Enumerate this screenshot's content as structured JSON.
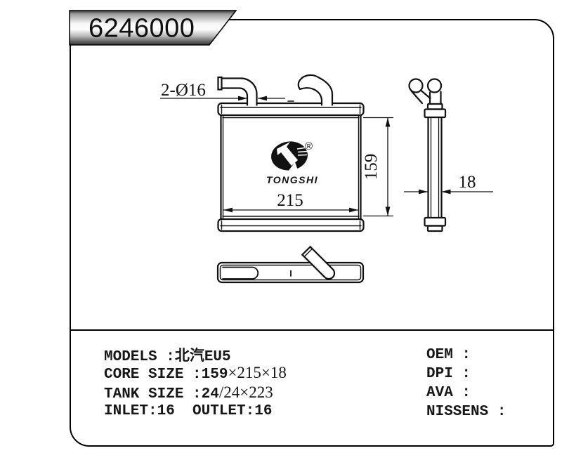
{
  "banner": {
    "part_number": "6246000"
  },
  "logo": {
    "brand": "TONGSHI",
    "registered_mark": "®"
  },
  "dimensions": {
    "pipes": "2-Ø16",
    "core_height": "159",
    "core_width": "215",
    "core_depth": "18"
  },
  "specs": {
    "left": [
      {
        "label": "MODELS :",
        "value_mono": "北汽EU5",
        "value_serif": ""
      },
      {
        "label": "CORE SIZE :",
        "value_mono": "159",
        "value_serif": "×215×18"
      },
      {
        "label": "TANK SIZE :",
        "value_mono": "24",
        "value_serif": "/24×223"
      },
      {
        "label": "INLET:16  OUTLET:16",
        "value_mono": "",
        "value_serif": ""
      }
    ],
    "right": [
      {
        "label": "OEM :"
      },
      {
        "label": "DPI :"
      },
      {
        "label": "AVA :"
      },
      {
        "label": "NISSENS :"
      }
    ]
  }
}
